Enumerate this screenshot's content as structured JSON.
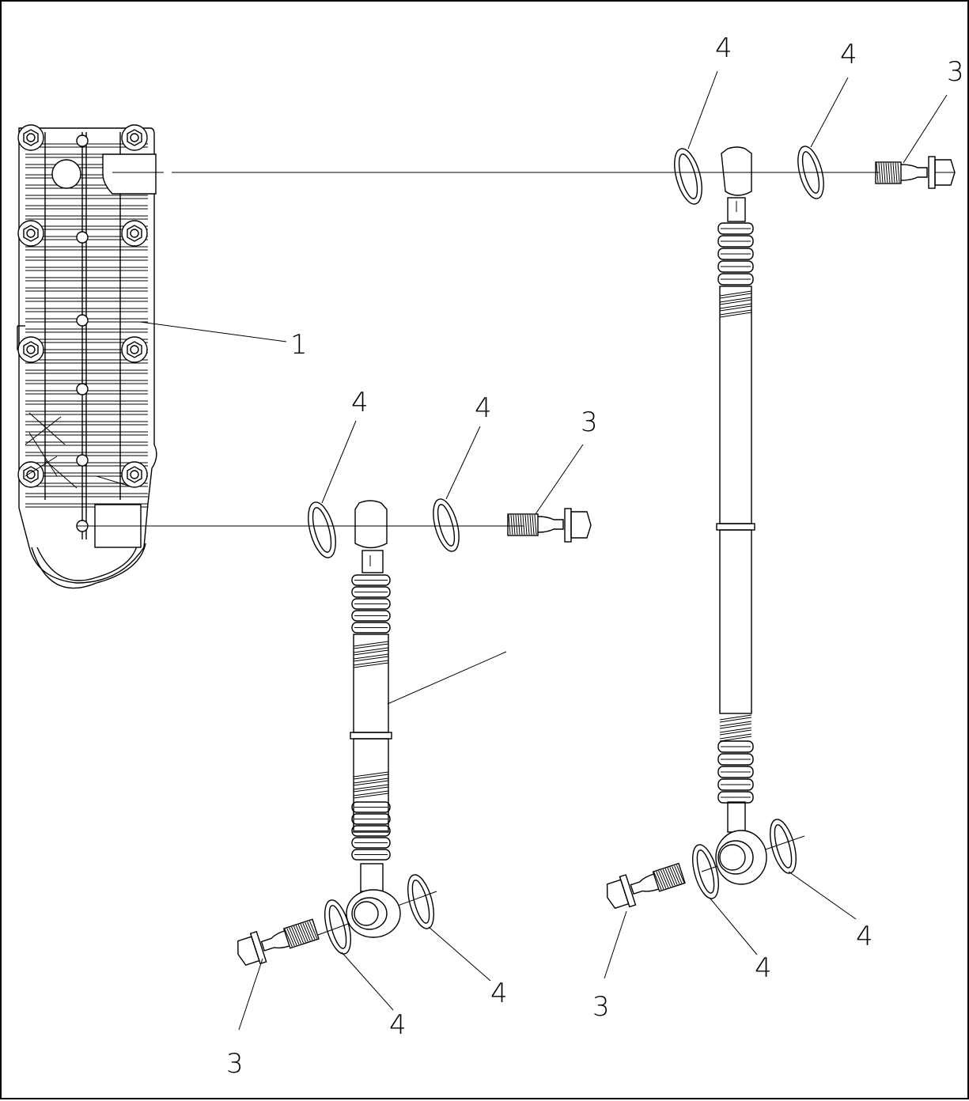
{
  "diagram": {
    "callouts": [
      {
        "id": "c1",
        "text": "1"
      },
      {
        "id": "c-top-w1",
        "text": "4"
      },
      {
        "id": "c-top-w2",
        "text": "4"
      },
      {
        "id": "c-top-bolt",
        "text": "3"
      },
      {
        "id": "c-mid-w1",
        "text": "4"
      },
      {
        "id": "c-mid-w2",
        "text": "4"
      },
      {
        "id": "c-mid-bolt",
        "text": "3"
      },
      {
        "id": "c-bot-left-bolt",
        "text": "3"
      },
      {
        "id": "c-bot-left-w1",
        "text": "4"
      },
      {
        "id": "c-bot-left-w2",
        "text": "4"
      },
      {
        "id": "c-bot-right-bolt",
        "text": "3"
      },
      {
        "id": "c-bot-right-w1",
        "text": "4"
      },
      {
        "id": "c-bot-right-w2",
        "text": "4"
      }
    ],
    "parts": [
      {
        "id": "p1",
        "name": "oil-cooler-housing"
      },
      {
        "id": "p3",
        "name": "banjo-bolt"
      },
      {
        "id": "p4",
        "name": "sealing-washer"
      },
      {
        "id": "hose",
        "name": "oil-hose"
      }
    ],
    "colors": {
      "line": "#000000",
      "background": "#ffffff"
    }
  }
}
